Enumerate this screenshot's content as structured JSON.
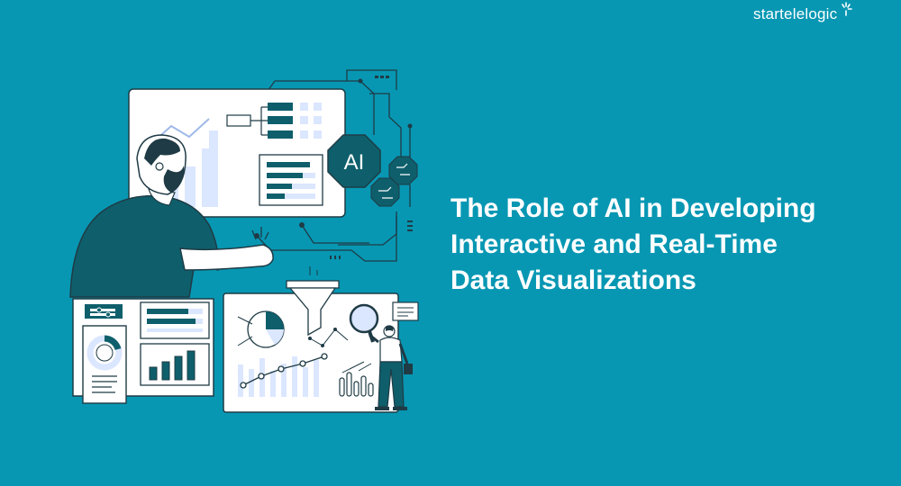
{
  "brand": {
    "name": "startelelogic",
    "icon": "spark-icon"
  },
  "headline": {
    "line1": "The Role of AI in Developing",
    "line2": "Interactive and Real-Time",
    "line3": "Data Visualizations"
  },
  "illustration": {
    "badge_text": "AI",
    "colors": {
      "background": "#0797b3",
      "dark_teal": "#0e5f6b",
      "panel": "#ffffff",
      "pale_blue": "#dbe6ff",
      "line": "#1f3b45"
    }
  }
}
